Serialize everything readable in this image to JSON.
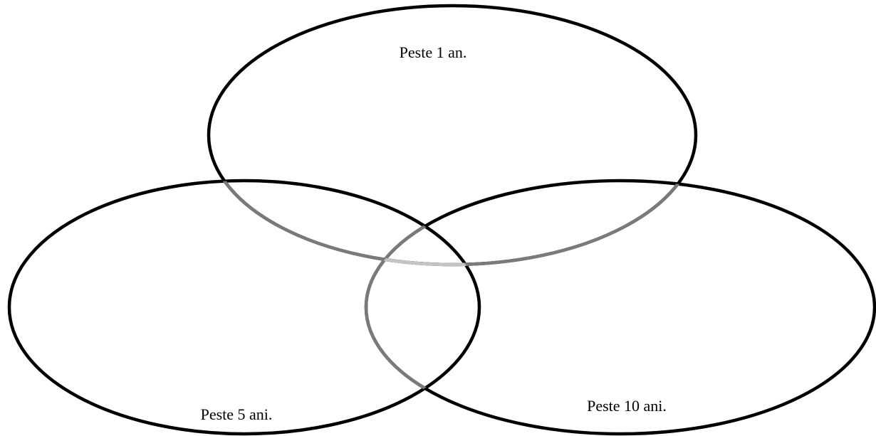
{
  "diagram": {
    "type": "venn",
    "sets": [
      {
        "id": "set-1-year",
        "label": "Peste 1 an."
      },
      {
        "id": "set-5-years",
        "label": "Peste 5 ani."
      },
      {
        "id": "set-10-years",
        "label": "Peste 10 ani."
      }
    ],
    "colors": {
      "outline": "#000000",
      "overlap_outline": "#7a7a7a",
      "background": "#ffffff"
    }
  }
}
